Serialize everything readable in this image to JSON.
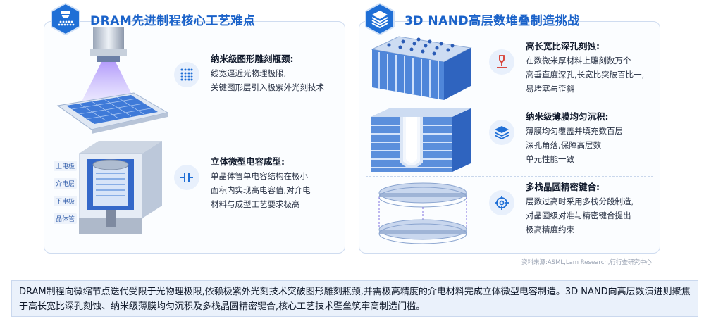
{
  "left_section": {
    "title": "DRAM先进制程核心工艺难点",
    "items": [
      {
        "icon": "grid-dots-icon",
        "title": "纳米级图形雕刻瓶颈:",
        "body": "线宽逼近光物理极限,\n关键图形层引入极紫外光刻技术"
      },
      {
        "icon": "capacitor-icon",
        "title": "立体微型电容成型:",
        "body": "单晶体管单电容结构在极小\n面积内实现高电容值,对介电\n材料与成型工艺要求极高"
      }
    ],
    "layer_labels": [
      "上电极",
      "介电层",
      "下电极",
      "晶体管"
    ]
  },
  "right_section": {
    "title": "3D NAND高层数堆叠制造挑战",
    "items": [
      {
        "icon": "etch-drill-icon",
        "title": "高长宽比深孔刻蚀:",
        "body": "在数微米厚材料上雕刻数万个\n高垂直度深孔,长宽比突破百比一,\n易堵塞与歪斜"
      },
      {
        "icon": "stack-layers-icon",
        "title": "纳米级薄膜均匀沉积:",
        "body": "薄膜均匀覆盖并填充数百层\n深孔角落,保障高层数\n单元性能一致"
      },
      {
        "icon": "crosshair-icon",
        "title": "多栈晶圆精密键合:",
        "body": "层数过高时采用多栈分段制造,\n对晶圆级对准与精密键合提出\n极高精度约束"
      }
    ]
  },
  "source": "资料来源:ASML,Lam Research,行行查研究中心",
  "summary": "DRAM制程向微缩节点迭代受限于光物理极限,依赖极紫外光刻技术突破图形雕刻瓶颈,并需极高精度的介电材料完成立体微型电容制造。3D NAND向高层数演进则聚焦于高长宽比深孔刻蚀、纳米级薄膜均匀沉积及多栈晶圆精密键合,核心工艺技术壁垒筑牢高制造门槛。",
  "colors": {
    "accent": "#1a62c9",
    "panel_border": "#cfdcf0",
    "summary_bg": "#eaf1fb"
  }
}
